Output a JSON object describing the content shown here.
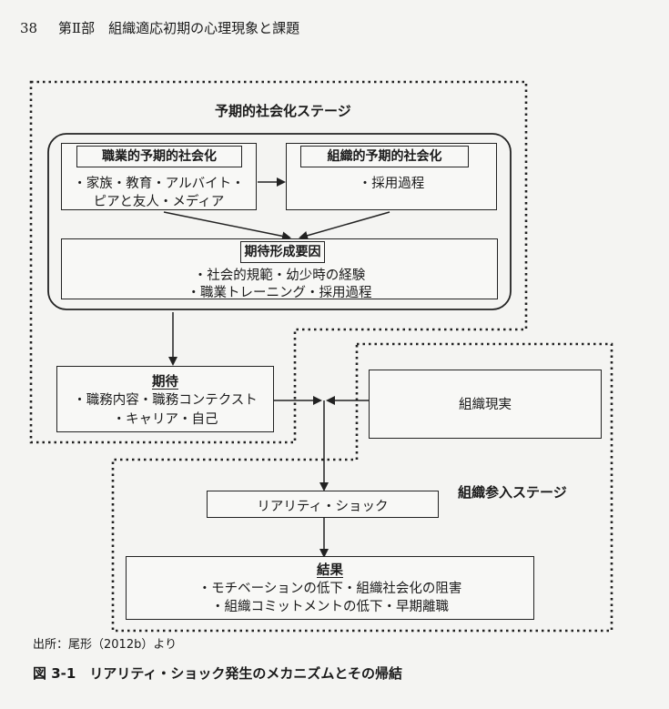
{
  "header": {
    "page_number": "38",
    "running_title": "第Ⅱ部　組織適応初期の心理現象と課題"
  },
  "diagram": {
    "stage1_title": "予期的社会化ステージ",
    "stage2_title": "組織参入ステージ",
    "occupational": {
      "title": "職業的予期的社会化",
      "line1": "・家族・教育・アルバイト・",
      "line2": "ピアと友人・メディア"
    },
    "organizational": {
      "title": "組織的予期的社会化",
      "line1": "・採用過程"
    },
    "expectation_factors": {
      "title": "期待形成要因",
      "line1": "・社会的規範・幼少時の経験",
      "line2": "・職業トレーニング・採用過程"
    },
    "expectation": {
      "title": "期待",
      "line1": "・職務内容・職務コンテクスト",
      "line2": "・キャリア・自己"
    },
    "reality": {
      "label": "組織現実"
    },
    "shock": {
      "label": "リアリティ・ショック"
    },
    "result": {
      "title": "結果",
      "line1": "・モチベーションの低下・組織社会化の阻害",
      "line2": "・組織コミットメントの低下・早期離職"
    }
  },
  "source": "出所：尾形（2012b）より",
  "caption": "図 3-1　リアリティ・ショック発生のメカニズムとその帰結"
}
